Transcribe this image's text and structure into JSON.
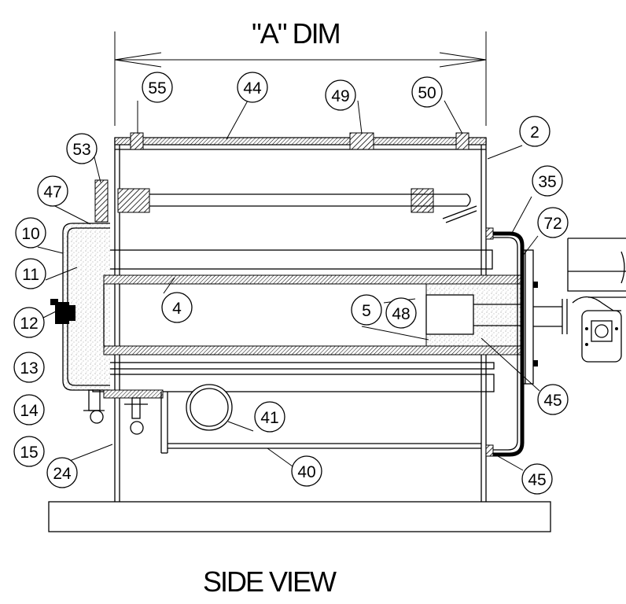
{
  "title_top": "\"A\" DIM",
  "title_bottom": "SIDE VIEW",
  "callouts": [
    "55",
    "44",
    "49",
    "50",
    "2",
    "53",
    "47",
    "35",
    "10",
    "72",
    "11",
    "4",
    "5",
    "48",
    "12",
    "13",
    "45",
    "14",
    "41",
    "15",
    "24",
    "40",
    "45"
  ]
}
